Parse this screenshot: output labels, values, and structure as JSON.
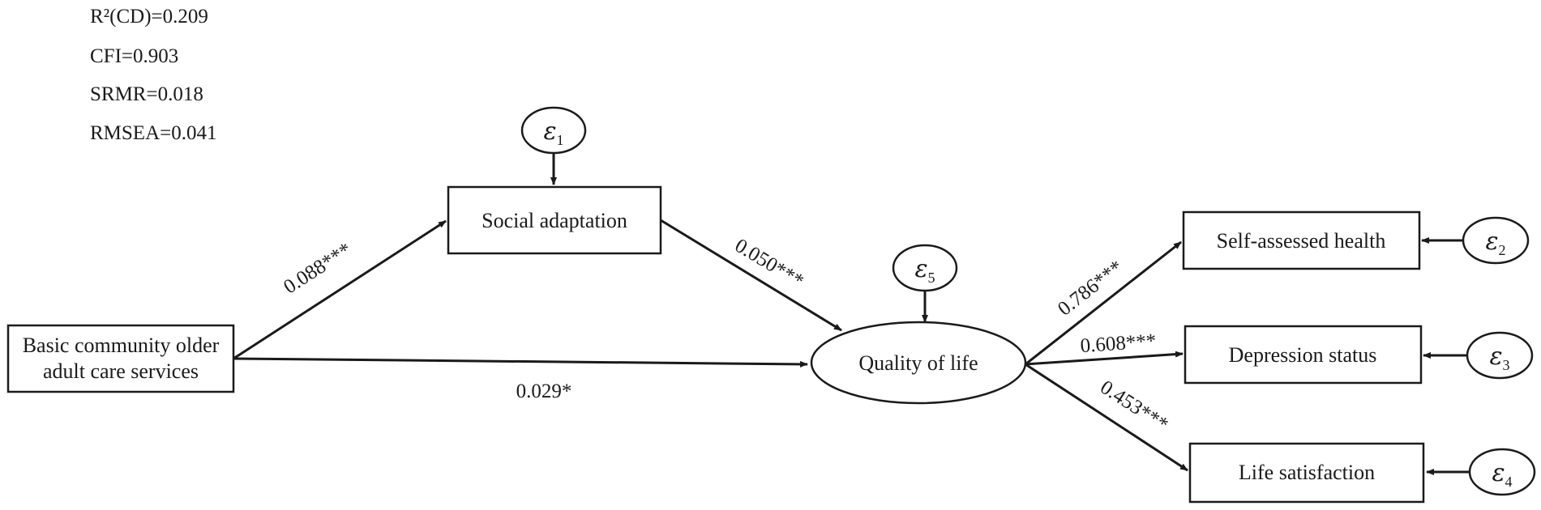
{
  "fit_stats": {
    "r2": "R²(CD)=0.209",
    "cfi": "CFI=0.903",
    "srmr": "SRMR=0.018",
    "rmsea": "RMSEA=0.041"
  },
  "nodes": {
    "basic": [
      "Basic community older",
      "adult care services"
    ],
    "social": "Social adaptation",
    "qol": "Quality of life",
    "health": "Self-assessed health",
    "depression": "Depression status",
    "satisfaction": "Life satisfaction"
  },
  "errors": {
    "symbol": "ε",
    "e1": "1",
    "e2": "2",
    "e3": "3",
    "e4": "4",
    "e5": "5"
  },
  "paths": {
    "basic_to_social": "0.088***",
    "social_to_qol": "0.050***",
    "basic_to_qol": "0.029*",
    "qol_to_health": "0.786***",
    "qol_to_depression": "0.608***",
    "qol_to_satisfaction": "0.453***"
  }
}
